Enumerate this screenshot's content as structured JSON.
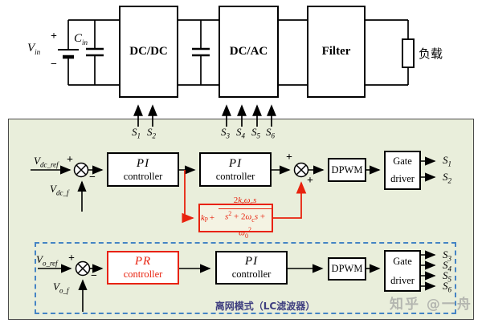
{
  "power_stage": {
    "vin_label": {
      "base": "V",
      "sub": "in"
    },
    "vin_plus": "+",
    "vin_minus": "−",
    "cin_label": {
      "base": "C",
      "sub": "in"
    },
    "dcdc_label": "DC/DC",
    "dcac_label": "DC/AC",
    "filter_label": "Filter",
    "load_label": "负载",
    "switch_labels": [
      {
        "base": "S",
        "sub": "1"
      },
      {
        "base": "S",
        "sub": "2"
      },
      {
        "base": "S",
        "sub": "3"
      },
      {
        "base": "S",
        "sub": "4"
      },
      {
        "base": "S",
        "sub": "5"
      },
      {
        "base": "S",
        "sub": "6"
      }
    ]
  },
  "dc_loop": {
    "ref_label": {
      "base": "V",
      "sub": "dc_ref"
    },
    "fb_label": {
      "base": "V",
      "sub": "dc_f"
    },
    "sum1_plus": "+",
    "sum1_minus": "−",
    "pi1": {
      "line1": "PI",
      "line2": "controller"
    },
    "pi2": {
      "line1": "PI",
      "line2": "controller"
    },
    "sum2_plus_top": "+",
    "sum2_plus_bottom": "+",
    "dpwm_label": "DPWM",
    "gate": {
      "line1": "Gate",
      "line2": "driver"
    },
    "outputs": [
      {
        "base": "S",
        "sub": "1"
      },
      {
        "base": "S",
        "sub": "2"
      }
    ],
    "pr_formula": {
      "prefix_base": "k",
      "prefix_sub": "p",
      "plus_sign": "+",
      "num_coef": "2",
      "num_k": "k",
      "num_k_sub": "r",
      "num_omega": "ω",
      "num_omega_sub": "c",
      "num_s": "s",
      "den_s": "s",
      "den_s_sup": "2",
      "den_mid": " + 2",
      "den_omega": "ω",
      "den_omega_sub": "c",
      "den_s2": "s",
      "den_plus": " + ",
      "den_omega2": "ω",
      "den_omega2_sub": "0",
      "den_omega2_sup": "2"
    }
  },
  "ac_loop": {
    "ref_label": {
      "base": "V",
      "sub": "o_ref"
    },
    "fb_label": {
      "base": "V",
      "sub": "o_f"
    },
    "sum3_plus": "+",
    "sum3_minus": "−",
    "pr": {
      "line1": "PR",
      "line2": "controller"
    },
    "pi3": {
      "line1": "PI",
      "line2": "controller"
    },
    "dpwm_label": "DPWM",
    "gate": {
      "line1": "Gate",
      "line2": "driver"
    },
    "outputs": [
      {
        "base": "S",
        "sub": "3"
      },
      {
        "base": "S",
        "sub": "4"
      },
      {
        "base": "S",
        "sub": "5"
      },
      {
        "base": "S",
        "sub": "6"
      }
    ],
    "mode_label": "离网模式（LC滤波器）"
  },
  "watermark": "知乎 @一舟",
  "colors": {
    "panel_background": "#e9eedb",
    "accent_red": "#e8220e",
    "dashed_box_blue": "#4584c4",
    "mode_label_blue": "#3f3f80",
    "line_black": "#000000"
  }
}
